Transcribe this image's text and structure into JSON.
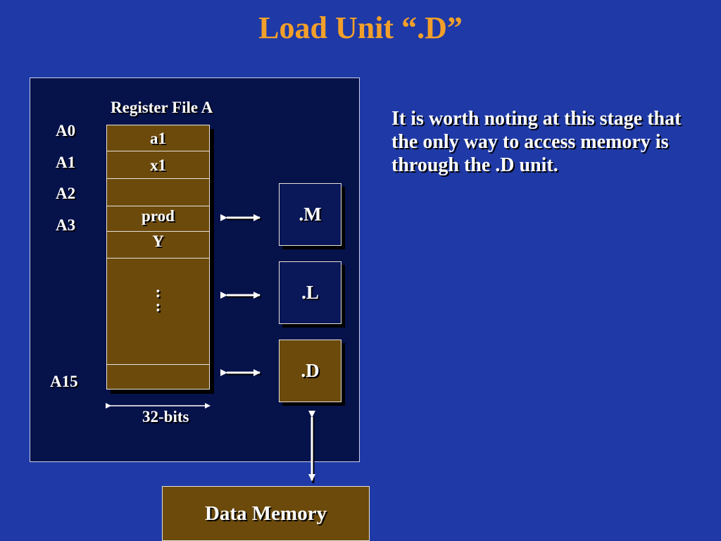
{
  "title": "Load Unit “.D”",
  "register_file": {
    "title": "Register File A",
    "labels": {
      "a0": "A0",
      "a1": "A1",
      "a2": "A2",
      "a3": "A3",
      "a15": "A15"
    },
    "cells": {
      "r0": "a1",
      "r1": "x1",
      "r2": "",
      "r3": "prod",
      "r4": "Y"
    },
    "ellipsis": ":",
    "width_label": "32-bits"
  },
  "units": {
    "m": ".M",
    "l": ".L",
    "d": ".D"
  },
  "memory_label": "Data Memory",
  "note": "It is worth noting at this stage that the only way to access memory is through the .D unit.",
  "colors": {
    "background": "#1f3aa6",
    "panel": "#06124a",
    "title": "#f2a02a",
    "brown_fill": "#6b4a0c",
    "text": "#ffffff"
  }
}
